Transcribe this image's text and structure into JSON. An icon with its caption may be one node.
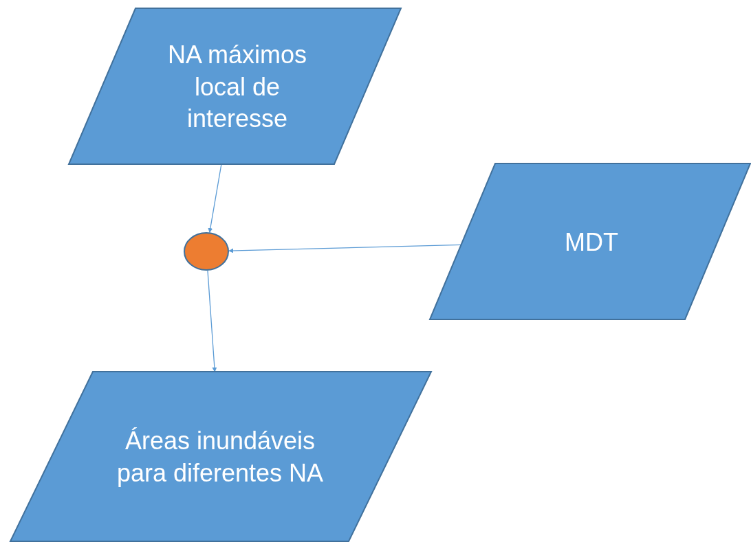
{
  "diagram": {
    "nodes": [
      {
        "text": [
          "NA máximos local de interesse"
        ]
      },
      {
        "text": [
          "MDT"
        ]
      },
      {
        "text": [
          "Áreas inundáveis para diferentes NA"
        ]
      },
      {
        "text": [],
        "shape": "circle"
      }
    ],
    "edges": [
      {
        "from": 0,
        "to": 3,
        "arrow": "to"
      },
      {
        "from": 1,
        "to": 3,
        "arrow": "to"
      },
      {
        "from": 3,
        "to": 2,
        "arrow": "to"
      }
    ]
  }
}
